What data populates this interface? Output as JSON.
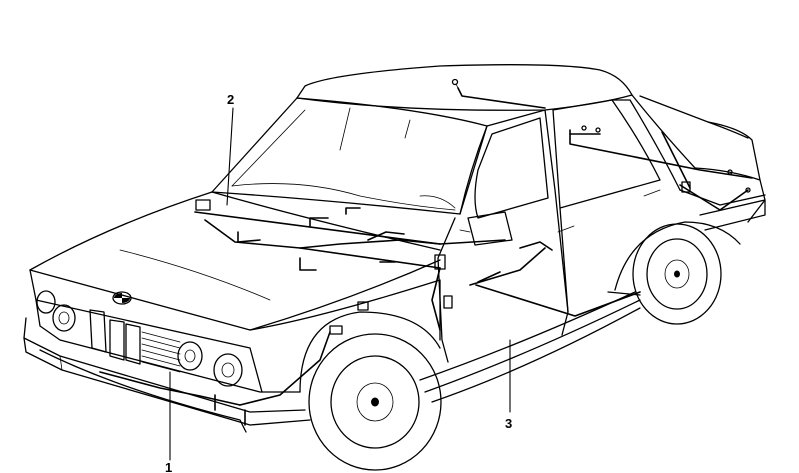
{
  "callouts": [
    {
      "id": "callout-1",
      "label": "1"
    },
    {
      "id": "callout-2",
      "label": "2"
    },
    {
      "id": "callout-3",
      "label": "3"
    }
  ]
}
